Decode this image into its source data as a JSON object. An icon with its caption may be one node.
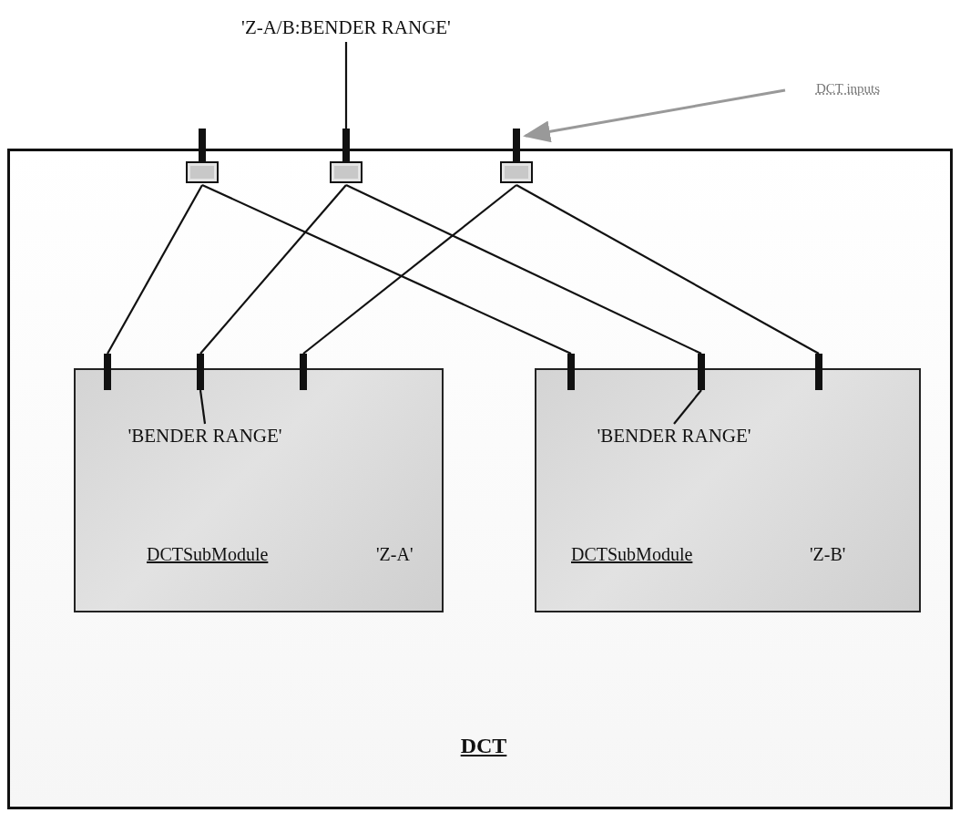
{
  "diagram": {
    "nodes": [
      {
        "text": [
          "DCT"
        ]
      },
      {
        "text": [
          "'Z-A/B:BENDER RANGE'"
        ]
      },
      {
        "text": [
          "DCT inputs"
        ]
      },
      {
        "text": [],
        "shape": "box"
      },
      {
        "text": [],
        "shape": "box"
      },
      {
        "text": [],
        "shape": "box"
      },
      {
        "text": [
          "DCTSubModule",
          "'Z-A'"
        ],
        "in": 0
      },
      {
        "text": [
          "'BENDER RANGE'"
        ],
        "in": 6
      },
      {
        "text": [],
        "shape": "bar",
        "in": 0
      },
      {
        "text": [],
        "shape": "bar",
        "in": 0
      },
      {
        "text": [],
        "shape": "bar",
        "in": 0
      },
      {
        "text": [
          "DCTSubModule",
          "'Z-B'"
        ],
        "in": 0
      },
      {
        "text": [
          "'BENDER RANGE'"
        ],
        "in": 11
      },
      {
        "text": [],
        "shape": "bar",
        "in": 0
      },
      {
        "text": [],
        "shape": "bar",
        "in": 0
      },
      {
        "text": [],
        "shape": "bar",
        "in": 0
      }
    ],
    "edges": [
      {
        "from": 1,
        "to": 4,
        "arrow": "none"
      },
      {
        "from": 2,
        "to": 5,
        "arrow": "to",
        "color": "#999999"
      },
      {
        "from": 3,
        "to": 8,
        "arrow": "none"
      },
      {
        "from": 3,
        "to": 13,
        "arrow": "none"
      },
      {
        "from": 4,
        "to": 9,
        "arrow": "none"
      },
      {
        "from": 4,
        "to": 14,
        "arrow": "none"
      },
      {
        "from": 5,
        "to": 10,
        "arrow": "none"
      },
      {
        "from": 5,
        "to": 15,
        "arrow": "none"
      },
      {
        "from": 7,
        "to": 9,
        "arrow": "none"
      },
      {
        "from": 12,
        "to": 14,
        "arrow": "none"
      }
    ]
  }
}
